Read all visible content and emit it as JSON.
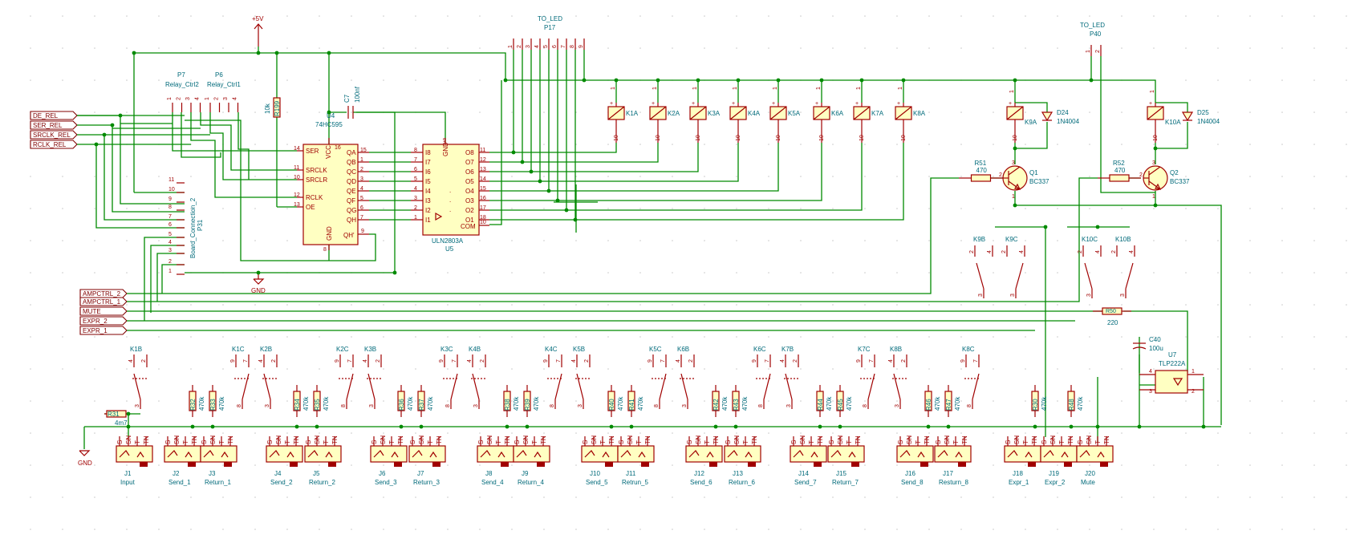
{
  "power": {
    "vcc": "+5V",
    "gnd": "GND",
    "gnd_left": "GND"
  },
  "net_flags": [
    "DE_REL",
    "SER_REL",
    "SRCLK_REL",
    "RCLK_REL",
    "AMPCTRL_2",
    "AMPCTRL_1",
    "MUTE",
    "EXPR_2",
    "EXPR_1"
  ],
  "connectors": {
    "p7": {
      "ref": "P7",
      "value": "Relay_Ctrl2",
      "pins": [
        "1",
        "2",
        "3",
        "4"
      ]
    },
    "p6": {
      "ref": "P6",
      "value": "Relay_Ctrl1",
      "pins": [
        "1",
        "2",
        "3",
        "4"
      ]
    },
    "p31": {
      "ref": "P31",
      "value": "Board_Connection_2",
      "pins": [
        "11",
        "10",
        "9",
        "8",
        "7",
        "6",
        "5",
        "4",
        "3",
        "2",
        "1"
      ]
    },
    "p17": {
      "ref": "P17",
      "value": "TO_LED",
      "pins": [
        "1",
        "2",
        "3",
        "4",
        "5",
        "6",
        "7",
        "8",
        "9"
      ]
    },
    "p40": {
      "ref": "P40",
      "value": "TO_LED",
      "pins": [
        "1",
        "2"
      ]
    }
  },
  "u4": {
    "ref": "U4",
    "value": "74HC595",
    "left_pins": [
      {
        "num": "14",
        "name": "SER"
      },
      {
        "num": "11",
        "name": "SRCLK"
      },
      {
        "num": "10",
        "name": "SRCLR"
      },
      {
        "num": "12",
        "name": "RCLK"
      },
      {
        "num": "13",
        "name": "OE"
      }
    ],
    "right_pins": [
      {
        "num": "15",
        "name": "QA"
      },
      {
        "num": "1",
        "name": "QB"
      },
      {
        "num": "2",
        "name": "QC"
      },
      {
        "num": "3",
        "name": "QD"
      },
      {
        "num": "4",
        "name": "QE"
      },
      {
        "num": "5",
        "name": "QF"
      },
      {
        "num": "6",
        "name": "QG"
      },
      {
        "num": "7",
        "name": "QH"
      }
    ],
    "vcc": "VCC",
    "vcc_pin": "16",
    "gnd": "GND",
    "gnd_pin": "8",
    "qh2": "QH'",
    "qh2_pin": "9"
  },
  "u5": {
    "ref": "U5",
    "value": "ULN2803A",
    "inputs": [
      {
        "num": "8",
        "name": "I8"
      },
      {
        "num": "7",
        "name": "I7"
      },
      {
        "num": "6",
        "name": "I6"
      },
      {
        "num": "5",
        "name": "I5"
      },
      {
        "num": "4",
        "name": "I4"
      },
      {
        "num": "3",
        "name": "I3"
      },
      {
        "num": "2",
        "name": "I2"
      },
      {
        "num": "1",
        "name": "I1"
      }
    ],
    "outputs": [
      {
        "num": "11",
        "name": "O8"
      },
      {
        "num": "12",
        "name": "O7"
      },
      {
        "num": "13",
        "name": "O6"
      },
      {
        "num": "14",
        "name": "O5"
      },
      {
        "num": "15",
        "name": "O4"
      },
      {
        "num": "16",
        "name": "O3"
      },
      {
        "num": "17",
        "name": "O2"
      },
      {
        "num": "18",
        "name": "O1"
      }
    ],
    "gnd": "GND",
    "gnd_pin": "9",
    "com": "COM",
    "com_pin": "10"
  },
  "passives": {
    "r199": {
      "ref": "R199",
      "value": "10k"
    },
    "c7": {
      "ref": "C7",
      "value": "100nf"
    },
    "r51": {
      "ref": "R51",
      "value": "470"
    },
    "r52": {
      "ref": "R52",
      "value": "470"
    },
    "r50": {
      "ref": "R50",
      "value": "220"
    },
    "r31": {
      "ref": "R31",
      "value": "4m7"
    },
    "c40": {
      "ref": "C40",
      "value": "100u"
    }
  },
  "relay_coils": [
    "K1A",
    "K2A",
    "K3A",
    "K4A",
    "K5A",
    "K6A",
    "K7A",
    "K8A"
  ],
  "coil_pins": {
    "top_a": "1",
    "top_b": "+",
    "bottom": "10"
  },
  "k9a": {
    "ref": "K9A",
    "diode": "D24",
    "diode_value": "1N4004"
  },
  "k10a": {
    "ref": "K10A",
    "diode": "D25",
    "diode_value": "1N4004"
  },
  "transistors": [
    {
      "ref": "Q1",
      "value": "BC337"
    },
    {
      "ref": "Q2",
      "value": "BC337"
    }
  ],
  "opto": {
    "ref": "U7",
    "value": "TLP222A",
    "pins": [
      "4",
      "1",
      "3",
      "2"
    ]
  },
  "switch_contacts_top": [
    "K9B",
    "K9C",
    "K10C",
    "K10B"
  ],
  "switch_contacts_bottom": [
    {
      "ref": "K1B"
    },
    {
      "ref": "K1C"
    },
    {
      "ref": "K2B"
    },
    {
      "ref": "K2C"
    },
    {
      "ref": "K3B"
    },
    {
      "ref": "K3C"
    },
    {
      "ref": "K4B"
    },
    {
      "ref": "K4C"
    },
    {
      "ref": "K5B"
    },
    {
      "ref": "K5C"
    },
    {
      "ref": "K6B"
    },
    {
      "ref": "K6C"
    },
    {
      "ref": "K7B"
    },
    {
      "ref": "K7C"
    },
    {
      "ref": "K8B"
    },
    {
      "ref": "K8C"
    }
  ],
  "switch_pins": {
    "a": "4",
    "b": "2",
    "c": "3",
    "d": "9",
    "e": "7",
    "f": "8"
  },
  "pulldown_resistors": [
    {
      "ref": "R32",
      "value": "470k"
    },
    {
      "ref": "R33",
      "value": "470k"
    },
    {
      "ref": "R34",
      "value": "470k"
    },
    {
      "ref": "R35",
      "value": "470k"
    },
    {
      "ref": "R36",
      "value": "470k"
    },
    {
      "ref": "R37",
      "value": "470k"
    },
    {
      "ref": "R38",
      "value": "470k"
    },
    {
      "ref": "R39",
      "value": "470k"
    },
    {
      "ref": "R40",
      "value": "470k"
    },
    {
      "ref": "R41",
      "value": "470k"
    },
    {
      "ref": "R42",
      "value": "470k"
    },
    {
      "ref": "R43",
      "value": "470k"
    },
    {
      "ref": "R44",
      "value": "470k"
    },
    {
      "ref": "R45",
      "value": "470k"
    },
    {
      "ref": "R46",
      "value": "470k"
    },
    {
      "ref": "R47",
      "value": "470k"
    },
    {
      "ref": "R30",
      "value": "470k"
    },
    {
      "ref": "R48",
      "value": "470k"
    }
  ],
  "jack_pin_labels": [
    "S",
    "SN",
    "T",
    "TN"
  ],
  "jacks": [
    {
      "ref": "J1",
      "label": "Input"
    },
    {
      "ref": "J2",
      "label": "Send_1"
    },
    {
      "ref": "J3",
      "label": "Return_1"
    },
    {
      "ref": "J4",
      "label": "Send_2"
    },
    {
      "ref": "J5",
      "label": "Return_2"
    },
    {
      "ref": "J6",
      "label": "Send_3"
    },
    {
      "ref": "J7",
      "label": "Return_3"
    },
    {
      "ref": "J8",
      "label": "Send_4"
    },
    {
      "ref": "J9",
      "label": "Return_4"
    },
    {
      "ref": "J10",
      "label": "Send_5"
    },
    {
      "ref": "J11",
      "label": "Retrun_5"
    },
    {
      "ref": "J12",
      "label": "Send_6"
    },
    {
      "ref": "J13",
      "label": "Return_6"
    },
    {
      "ref": "J14",
      "label": "Send_7"
    },
    {
      "ref": "J15",
      "label": "Return_7"
    },
    {
      "ref": "J16",
      "label": "Send_8"
    },
    {
      "ref": "J17",
      "label": "Resturn_8"
    },
    {
      "ref": "J18",
      "label": "Expr_1"
    },
    {
      "ref": "J19",
      "label": "Expr_2"
    },
    {
      "ref": "J20",
      "label": "Mute"
    }
  ],
  "colors": {
    "wire": "#008a00",
    "part": "#a00000",
    "ref": "#006a7a",
    "body_fill": "#ffffc2",
    "flag": "#800000"
  }
}
